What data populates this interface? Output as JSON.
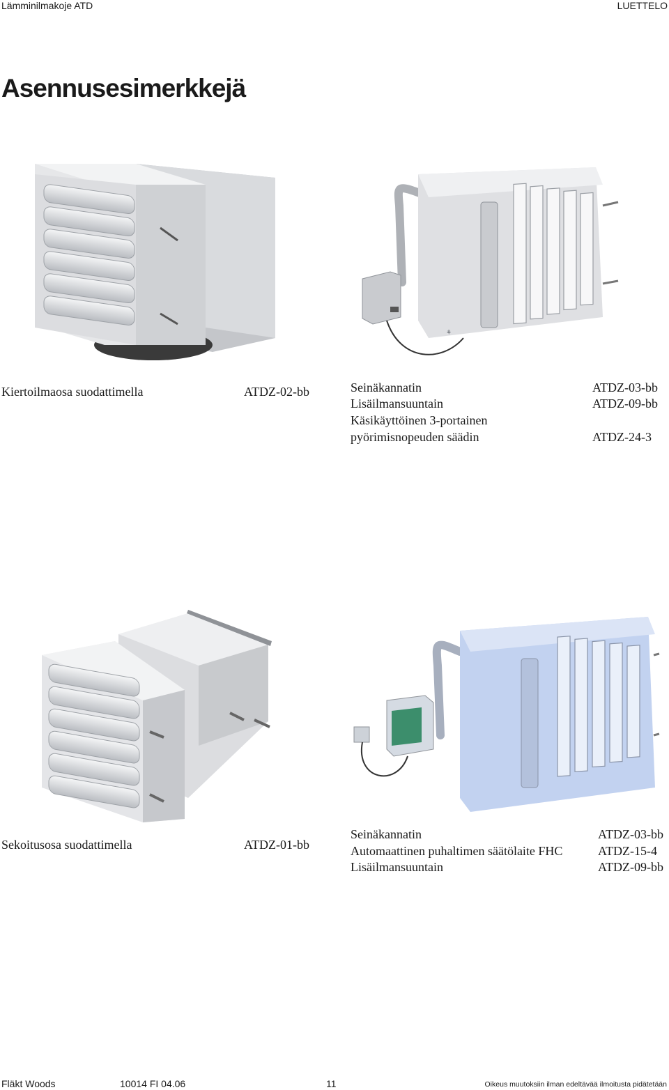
{
  "header": {
    "left": "Lämminilmakoje ATD",
    "right": "LUETTELO"
  },
  "title": "Asennusesimerkkejä",
  "example1": {
    "label": "Kiertoilmaosa suodattimella",
    "code": "ATDZ-02-bb"
  },
  "example2": {
    "items": [
      {
        "label": "Seinäkannatin",
        "code": "ATDZ-03-bb"
      },
      {
        "label": "Lisäilmansuuntain",
        "code": "ATDZ-09-bb"
      },
      {
        "label": "Käsikäyttöinen 3-portainen",
        "code": ""
      },
      {
        "label": "pyörimisnopeuden säädin",
        "code": "ATDZ-24-3"
      }
    ]
  },
  "example3": {
    "label": "Sekoitusosa suodattimella",
    "code": "ATDZ-01-bb"
  },
  "example4": {
    "items": [
      {
        "label": "Seinäkannatin",
        "code": "ATDZ-03-bb"
      },
      {
        "label": "Automaattinen puhaltimen säätölaite FHC",
        "code": "ATDZ-15-4"
      },
      {
        "label": "Lisäilmansuuntain",
        "code": "ATDZ-09-bb"
      }
    ]
  },
  "footer": {
    "brand": "Fläkt Woods",
    "doc": "10014 FI 04.06",
    "page": "11",
    "note": "Oikeus muutoksiin ilman edeltävää ilmoitusta pidätetään"
  },
  "colors": {
    "unit_grey": "#d4d6da",
    "unit_blue": "#c2d2f0",
    "text": "#1a1a1a"
  }
}
